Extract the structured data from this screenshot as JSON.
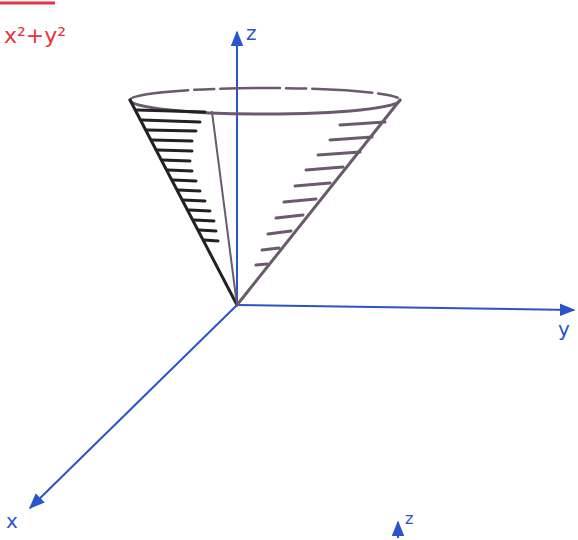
{
  "diagram": {
    "labels": [
      "x²+y²",
      "z",
      "y",
      "x",
      "z"
    ]
  }
}
